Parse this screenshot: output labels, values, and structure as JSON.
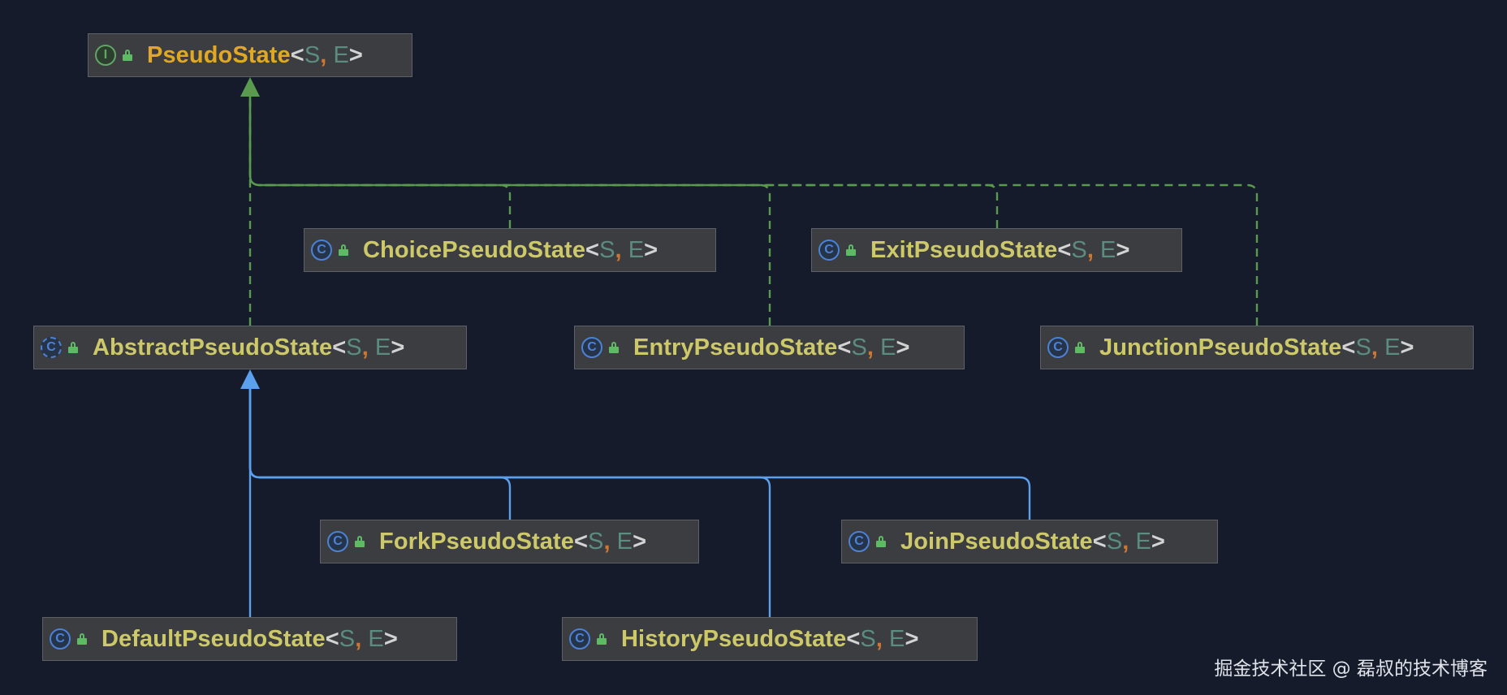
{
  "nodes": [
    {
      "id": "PseudoState",
      "kind": "interface",
      "name": "PseudoState",
      "lt": "<",
      "p1": "S",
      "comma": ",",
      "p2": "E",
      "gt": ">"
    },
    {
      "id": "ChoicePseudoState",
      "kind": "class",
      "name": "ChoicePseudoState",
      "lt": "<",
      "p1": "S",
      "comma": ",",
      "p2": "E",
      "gt": ">"
    },
    {
      "id": "ExitPseudoState",
      "kind": "class",
      "name": "ExitPseudoState",
      "lt": "<",
      "p1": "S",
      "comma": ",",
      "p2": "E",
      "gt": ">"
    },
    {
      "id": "AbstractPseudoState",
      "kind": "abstract",
      "name": "AbstractPseudoState",
      "lt": "<",
      "p1": "S",
      "comma": ",",
      "p2": "E",
      "gt": ">"
    },
    {
      "id": "EntryPseudoState",
      "kind": "class",
      "name": "EntryPseudoState",
      "lt": "<",
      "p1": "S",
      "comma": ",",
      "p2": "E",
      "gt": ">"
    },
    {
      "id": "JunctionPseudoState",
      "kind": "class",
      "name": "JunctionPseudoState",
      "lt": "<",
      "p1": "S",
      "comma": ",",
      "p2": "E",
      "gt": ">"
    },
    {
      "id": "ForkPseudoState",
      "kind": "class",
      "name": "ForkPseudoState",
      "lt": "<",
      "p1": "S",
      "comma": ",",
      "p2": "E",
      "gt": ">"
    },
    {
      "id": "JoinPseudoState",
      "kind": "class",
      "name": "JoinPseudoState",
      "lt": "<",
      "p1": "S",
      "comma": ",",
      "p2": "E",
      "gt": ">"
    },
    {
      "id": "DefaultPseudoState",
      "kind": "class",
      "name": "DefaultPseudoState",
      "lt": "<",
      "p1": "S",
      "comma": ",",
      "p2": "E",
      "gt": ">"
    },
    {
      "id": "HistoryPseudoState",
      "kind": "class",
      "name": "HistoryPseudoState",
      "lt": "<",
      "p1": "S",
      "comma": ",",
      "p2": "E",
      "gt": ">"
    }
  ],
  "edges": [
    {
      "from": "AbstractPseudoState",
      "to": "PseudoState",
      "type": "implements"
    },
    {
      "from": "ChoicePseudoState",
      "to": "PseudoState",
      "type": "implements"
    },
    {
      "from": "EntryPseudoState",
      "to": "PseudoState",
      "type": "implements"
    },
    {
      "from": "ExitPseudoState",
      "to": "PseudoState",
      "type": "implements"
    },
    {
      "from": "JunctionPseudoState",
      "to": "PseudoState",
      "type": "implements"
    },
    {
      "from": "DefaultPseudoState",
      "to": "AbstractPseudoState",
      "type": "extends"
    },
    {
      "from": "ForkPseudoState",
      "to": "AbstractPseudoState",
      "type": "extends"
    },
    {
      "from": "HistoryPseudoState",
      "to": "AbstractPseudoState",
      "type": "extends"
    },
    {
      "from": "JoinPseudoState",
      "to": "AbstractPseudoState",
      "type": "extends"
    }
  ],
  "colors": {
    "background": "#151b2b",
    "implements_edge": "#5a9a4e",
    "extends_edge": "#5aa0ee",
    "interface_name": "#e0a825",
    "class_name": "#cdc96a"
  },
  "icons": {
    "interface": "interface-icon",
    "class": "class-icon",
    "abstract": "abstract-class-icon",
    "visibility": "public-lock-icon"
  },
  "icon_glyphs": {
    "interface": "I",
    "class": "C",
    "abstract": "C"
  },
  "watermark": "掘金技术社区 @ 磊叔的技术博客"
}
